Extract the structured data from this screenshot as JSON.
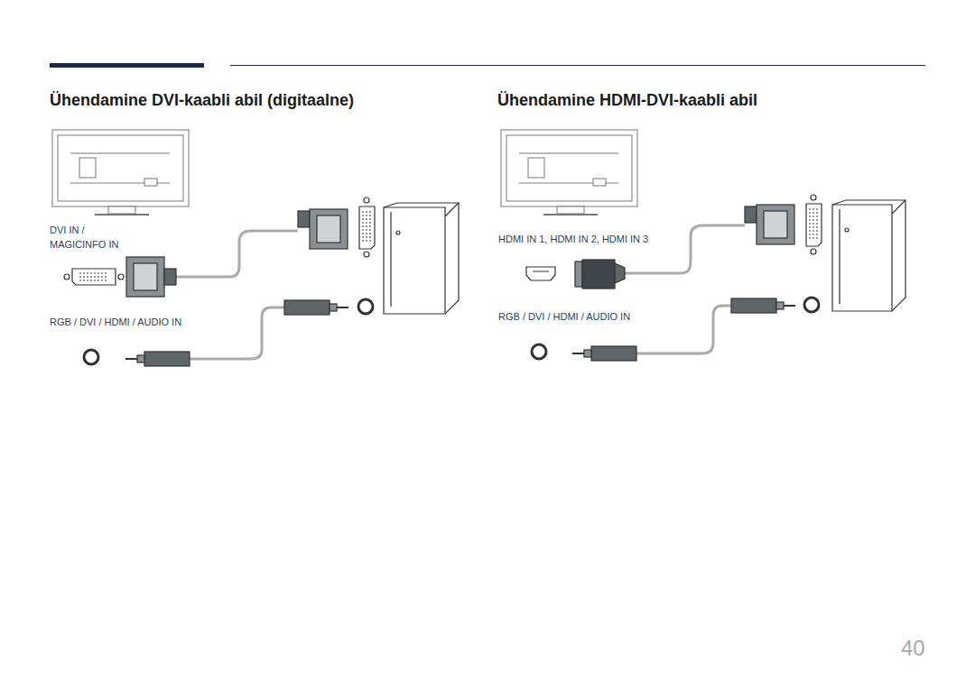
{
  "diagram": {
    "labels": [
      "Ühendamine DVI-kaabli abil (digitaalne)",
      "Ühendamine HDMI-DVI-kaabli abil",
      "DVI IN / MAGICINFO IN",
      "RGB / DVI / HDMI / AUDIO IN",
      "HDMI IN 1, HDMI IN 2, HDMI IN 3",
      "RGB / DVI / HDMI / AUDIO IN",
      "40"
    ]
  }
}
